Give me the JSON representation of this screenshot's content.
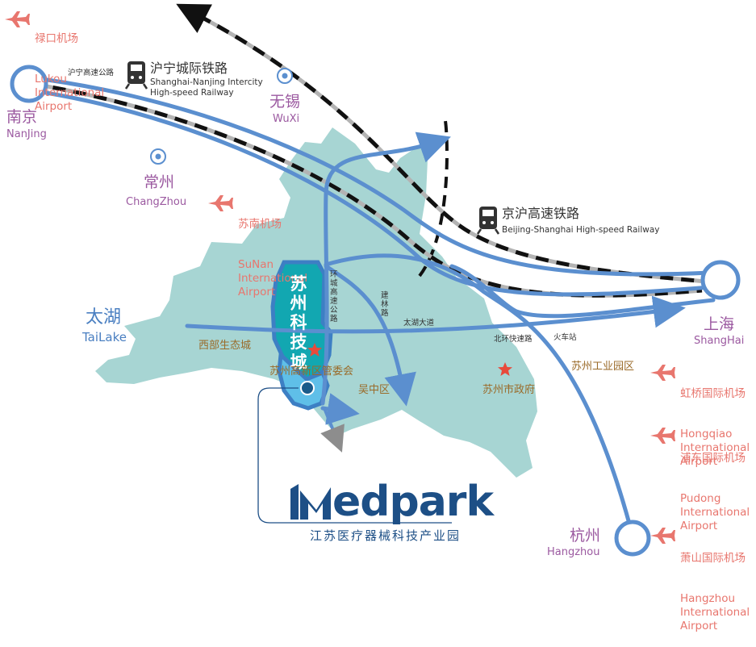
{
  "cities": {
    "nanjing": {
      "cn": "南京",
      "en": "NanJing"
    },
    "wuxi": {
      "cn": "无锡",
      "en": "WuXi"
    },
    "changzhou": {
      "cn": "常州",
      "en": "ChangZhou"
    },
    "shanghai": {
      "cn": "上海",
      "en": "ShangHai"
    },
    "hangzhou": {
      "cn": "杭州",
      "en": "Hangzhou"
    }
  },
  "lake": {
    "cn": "太湖",
    "en": "TaiLake"
  },
  "airports": {
    "lukou": {
      "cn": "禄口机场",
      "en": "Lukou\nInternational\nAirport"
    },
    "sunan": {
      "cn": "苏南机场",
      "en": "SuNan\nInternational\nAirport"
    },
    "hongqiao": {
      "cn": "虹桥国际机场",
      "en": "Hongqiao\nInternational\nAirport"
    },
    "pudong": {
      "cn": "浦东国际机场",
      "en": "Pudong\nInternational\nAirport"
    },
    "xiaoshan": {
      "cn": "萧山国际机场",
      "en": "Hangzhou\nInternational\nAirport"
    }
  },
  "railways": {
    "huning": {
      "cn": "沪宁城际铁路",
      "en": "Shanghai-Nanjing Intercity\nHigh-speed Railway"
    },
    "jinghu": {
      "cn": "京沪高速铁路",
      "en": "Beijing-Shanghai High-speed Railway"
    }
  },
  "roads": {
    "huning_expressway": "沪宁高速公路",
    "ring_expressway": "环城高速公路",
    "jianlin": "建林路",
    "taihu_avenue": "太湖大道",
    "north_ring": "北环快速路",
    "train_station": "火车站"
  },
  "places": {
    "tech_city": "苏州科技城",
    "xibu_eco": "西部生态城",
    "snd_committee": "苏州高新区管委会",
    "wuzhong": "吴中区",
    "suzhou_gov": "苏州市政府",
    "sip": "苏州工业园区"
  },
  "brand": {
    "name": "Medpark",
    "subtitle": "江苏医疗器械科技产业园"
  },
  "colors": {
    "land": "#a7d5d3",
    "road": "#5b8fcf",
    "techcity": "#12a7b1",
    "city_label": "#9b59a0",
    "airport": "#e8766e",
    "place": "#9a6a28",
    "star": "#e84a3b"
  },
  "icons": [
    "airplane-icon",
    "train-icon",
    "city-dot-icon",
    "star-icon",
    "medpark-location-icon"
  ]
}
